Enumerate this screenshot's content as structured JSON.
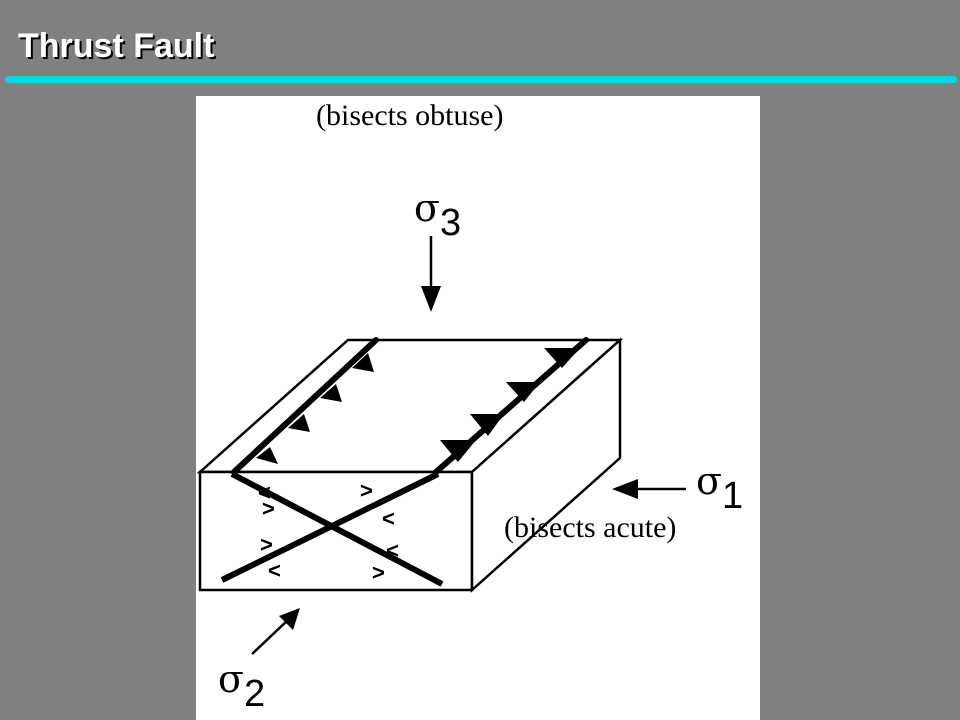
{
  "slide": {
    "title": "Thrust Fault",
    "accent_color": "#00d8e8",
    "background_color": "#808080"
  },
  "figure": {
    "label_top": "(bisects obtuse)",
    "label_right": "(bisects acute)",
    "stresses": [
      {
        "symbol": "σ",
        "subscript": "3",
        "arrow": "down-arrow"
      },
      {
        "symbol": "σ",
        "subscript": "1",
        "arrow": "left-arrow"
      },
      {
        "symbol": "σ",
        "subscript": "2",
        "arrow": "up-right-arrow"
      }
    ],
    "shear_sense_marks": [
      "<",
      ">",
      "<",
      ">",
      ">",
      "<",
      "<",
      ">"
    ]
  }
}
